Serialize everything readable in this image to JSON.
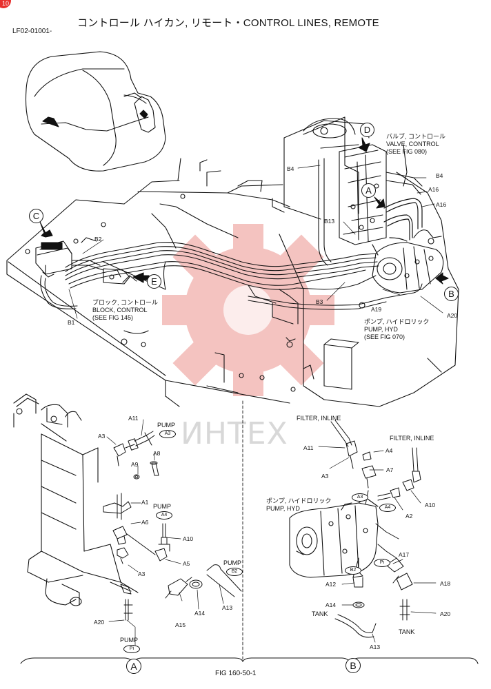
{
  "badge": "10",
  "title": "コントロール ハイカン, リモート・CONTROL LINES, REMOTE",
  "doc_number": "LF02-01001-",
  "figure_number": "FIG 160-50-1",
  "watermark_text": "ИНТЕХ",
  "accent_color": "#e8312f",
  "view_markers": {
    "a": "A",
    "b": "B",
    "c": "C",
    "d": "D",
    "e": "E"
  },
  "section_markers": {
    "left": "A",
    "right": "B"
  },
  "captions": {
    "valve_jp": "バルブ, コントロール",
    "valve_en": "VALVE, CONTROL",
    "valve_ref": "(SEE FIG 080)",
    "block_jp": "ブロック, コントロール",
    "block_en": "BLOCK, CONTROL",
    "block_ref": "(SEE FIG 145)",
    "pump_top_jp": "ポンプ, ハイドロリック",
    "pump_top_en": "PUMP, HYD",
    "pump_top_ref": "(SEE FIG 070)",
    "filter_inline_1": "FILTER, INLINE",
    "filter_inline_2": "FILTER, INLINE",
    "pump_right_jp": "ポンプ, ハイドロリック",
    "pump_right_en": "PUMP, HYD",
    "pump_a3": "PUMP",
    "pump_a4": "PUMP",
    "pump_b2": "PUMP",
    "pump_pi": "PUMP",
    "tank_1": "TANK",
    "tank_2": "TANK"
  },
  "port_tags": {
    "a3_left": "A3",
    "a4_left": "A4",
    "b2_left": "B2",
    "pi_left": "Pi",
    "a3_right": "A3",
    "a4_right": "A4",
    "pi_right": "Pi",
    "b2_right": "B2"
  },
  "callouts": {
    "b4_top": "B4",
    "b4_right": "B4",
    "a16_1": "A16",
    "a16_2": "A16",
    "b13": "B13",
    "b2_top": "B2",
    "b1_top": "B1",
    "b3_top": "B3",
    "a19_top": "A19",
    "a20_top": "A20",
    "l_a11": "A11",
    "l_a3_1": "A3",
    "l_a9": "A9",
    "l_a8": "A8",
    "l_a1": "A1",
    "l_a6": "A6",
    "l_a10": "A10",
    "l_a5": "A5",
    "l_a3_2": "A3",
    "l_a14": "A14",
    "l_a13": "A13",
    "l_a15": "A15",
    "l_a20": "A20",
    "r_a11": "A11",
    "r_a4": "A4",
    "r_a3": "A3",
    "r_a7": "A7",
    "r_a10": "A10",
    "r_a2": "A2",
    "r_a17": "A17",
    "r_a12": "A12",
    "r_a18": "A18",
    "r_a14": "A14",
    "r_a20": "A20",
    "r_a13": "A13"
  }
}
